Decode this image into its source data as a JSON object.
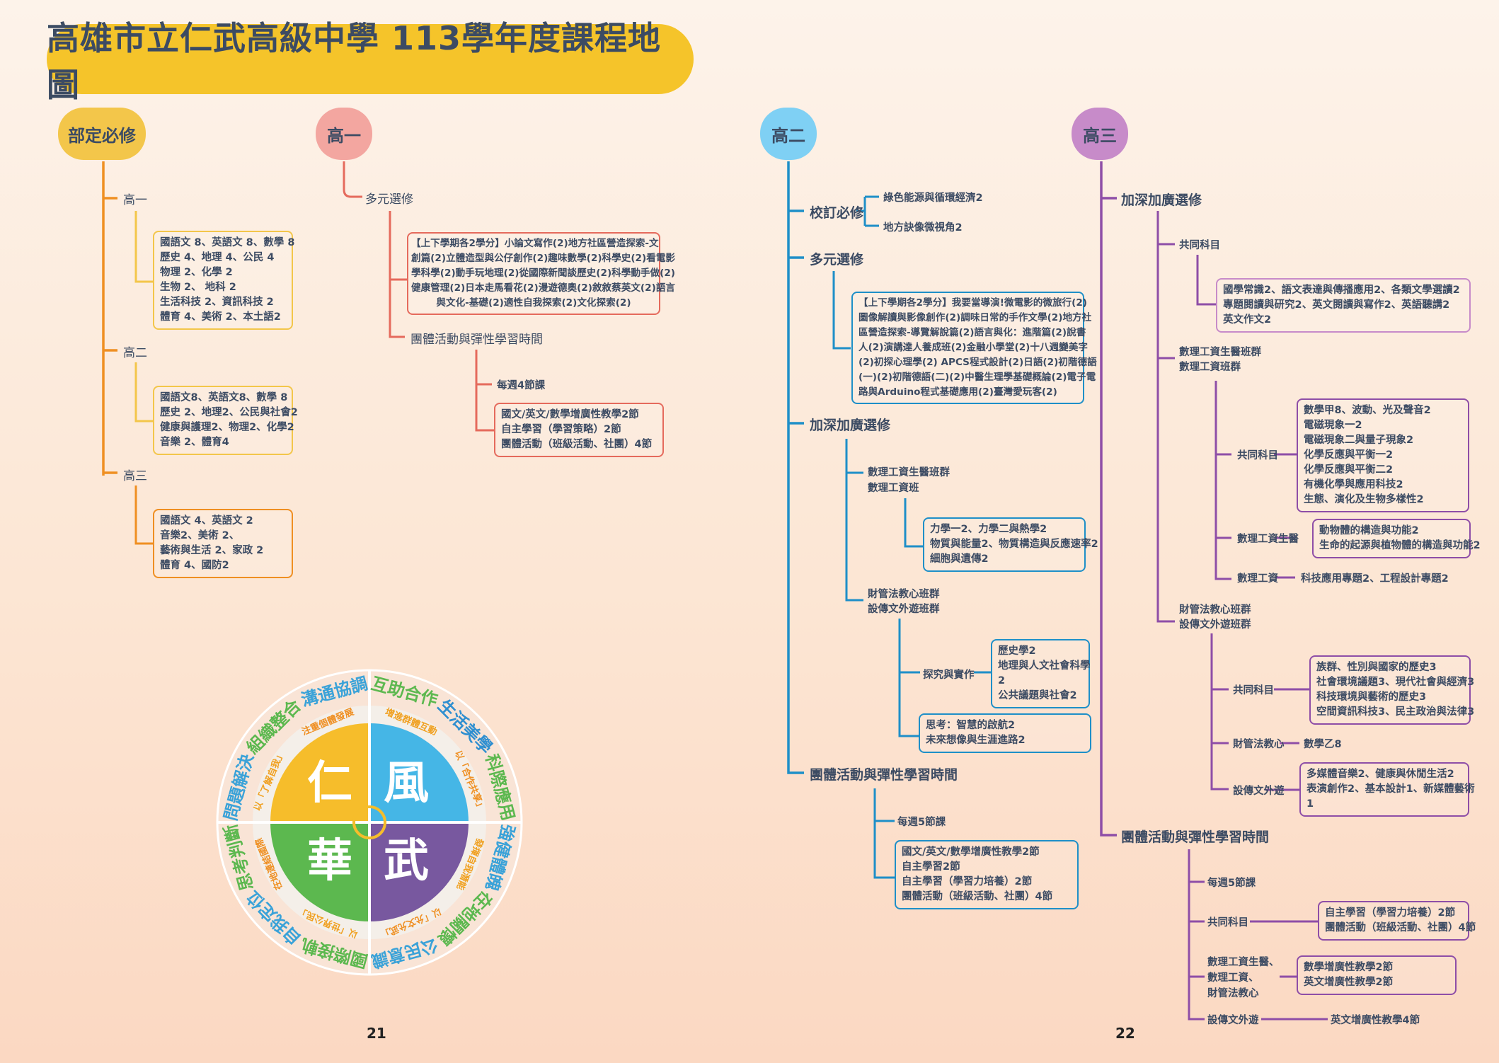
{
  "title": "高雄市立仁武高級中學 113學年度課程地圖",
  "page_numbers": {
    "left": "21",
    "right": "22"
  },
  "col_required": {
    "header": "部定必修",
    "g1": {
      "label": "高一",
      "lines": [
        "國語文 8、英語文 8、數學 8",
        "歷史 4、地理 4、公民 4",
        "物理 2、化學 2",
        "生物 2、 地科 2",
        "生活科技 2、資訊科技 2",
        "體育 4、美術 2、本土語2"
      ]
    },
    "g2": {
      "label": "高二",
      "lines": [
        "國語文8、英語文8、數學 8",
        "歷史 2、地理2、公民與社會2",
        "健康與護理2、物理2、化學2",
        "音樂 2、體育4"
      ]
    },
    "g3": {
      "label": "高三",
      "lines": [
        "國語文 4、英語文 2",
        "音樂2、美術 2、",
        "藝術與生活 2、家政 2",
        "體育 4、國防2"
      ]
    }
  },
  "col_g1": {
    "header": "高一",
    "elective_label": "多元選修",
    "elective_box": [
      "【上下學期各2學分】小論文寫作(2)地方社區營造探索-文",
      "創篇(2)立體造型與公仔創作(2)趣味數學(2)科學史(2)看電影",
      "學科學(2)動手玩地理(2)從國際新聞談歷史(2)科學動手做(2)",
      "健康管理(2)日本走馬看花(2)漫遊德奧(2)敘敘蔡英文(2)語言",
      "與文化-基礎(2)適性自我探索(2)文化探索(2)"
    ],
    "group_label": "團體活動與彈性學習時間",
    "weekly": "每週4節課",
    "group_box": [
      "國文/英文/數學增廣性教學2節",
      "自主學習（學習策略）2節",
      "團體活動（班級活動、社團）4節"
    ]
  },
  "col_g2": {
    "header": "高二",
    "revised_label": "校訂必修",
    "revised_items": [
      "綠色能源與循環經濟2",
      "地方訣像微視角2"
    ],
    "elective_label": "多元選修",
    "elective_box": [
      "【上下學期各2學分】我要當導演!微電影的微旅行(2)",
      "圖像解讀與影像創作(2)調味日常的手作文學(2)地方社",
      "區營造探索-導覽解說篇(2)語言與化：進階篇(2)說書",
      "人(2)演講達人養成班(2)金融小學堂(2)十八週變美字",
      "(2)初探心理學(2) APCS程式設計(2)日語(2)初階德語",
      "(一)(2)初階德語(二)(2)中醫生理學基礎概論(2)電子電",
      "路與Arduino程式基礎應用(2)臺灣愛玩客(2)"
    ],
    "advanced_label": "加深加廣選修",
    "sci_group": [
      "數理工資生醫班群",
      "數理工資班"
    ],
    "sci_box": [
      "力學一2、力學二與熱學2",
      "物質與能量2、物質構造與反應速率2",
      "細胞與遺傳2"
    ],
    "hum_group": [
      "財管法教心班群",
      "設傳文外遊班群"
    ],
    "inquiry_label": "探究與實作",
    "inquiry_box": [
      "歷史學2",
      "地理與人文社會科學",
      "2",
      "公共議題與社會2"
    ],
    "think_box": [
      "思考：智慧的啟航2",
      "未來想像與生涯進路2"
    ],
    "group_label": "團體活動與彈性學習時間",
    "weekly": "每週5節課",
    "group_box": [
      "國文/英文/數學增廣性教學2節",
      "自主學習2節",
      "自主學習（學習力培養）2節",
      "團體活動（班級活動、社團）4節"
    ]
  },
  "col_g3": {
    "header": "高三",
    "advanced_label": "加深加廣選修",
    "common_label": "共同科目",
    "common_box": [
      "國學常識2、語文表達與傳播應用2、各類文學選讀2",
      "專題閱讀與研究2、英文閱讀與寫作2、英語聽講2",
      "英文作文2"
    ],
    "sci_group": [
      "數理工資生醫班群",
      "數理工資班群"
    ],
    "sci_common_label": "共同科目",
    "sci_common_box": [
      "數學甲8、波動、光及聲音2",
      "電磁現象一2",
      "電磁現象二與量子現象2",
      "化學反應與平衡一2",
      "化學反應與平衡二2",
      "有機化學與應用科技2",
      "生態、演化及生物多樣性2"
    ],
    "bio_label": "數理工資生醫",
    "bio_box": [
      "動物體的構造與功能2",
      "生命的起源與植物體的構造與功能2"
    ],
    "eng_label": "數理工資",
    "eng_text": "科技應用專題2、工程設計專題2",
    "hum_group": [
      "財管法教心班群",
      "設傳文外遊班群"
    ],
    "hum_common_label": "共同科目",
    "hum_common_box": [
      "族群、性別與國家的歷史3",
      "社會環境議題3、現代社會與經濟3",
      "科技環境與藝術的歷史3",
      "空間資訊科技3、民主政治與法律3"
    ],
    "finance_label": "財管法教心",
    "finance_text": "數學乙8",
    "design_label": "設傳文外遊",
    "design_box": [
      "多媒體音樂2、健康與休閒生活2",
      "表演創作2、基本設計1、新媒體藝術",
      "1"
    ],
    "group_label": "團體活動與彈性學習時間",
    "weekly": "每週5節課",
    "g_common_label": "共同科目",
    "g_common_box": [
      "自主學習（學習力培養）2節",
      "團體活動（班級活動、社團）4節"
    ],
    "g_sci_label": [
      "數理工資生醫、",
      "數理工資、",
      "財管法教心"
    ],
    "g_sci_box": [
      "數學增廣性教學2節",
      "英文增廣性教學2節"
    ],
    "g_design_label": "設傳文外遊",
    "g_design_text": "英文增廣性教學4節"
  },
  "emblem": {
    "quadrants": [
      "仁",
      "風",
      "華",
      "武"
    ],
    "ring_outer": [
      "問題解決",
      "組織整合",
      "溝通協調",
      "互助合作",
      "生活美學",
      "科際應用",
      "強健體魄",
      "在地關懷",
      "公民意識",
      "國際接軌",
      "自我定位",
      "思考判斷"
    ],
    "ring_inner": [
      "以「了解自我」",
      "注重個體發展",
      "增進群體互動",
      "以「合作共享」",
      "發揮自我潛能",
      "以「允文允武」",
      "以「世界公民」",
      "在地連結國際"
    ],
    "colors": {
      "ren": "#f6bd2b",
      "feng": "#45b6e6",
      "hua": "#5cb84f",
      "wu": "#78589f"
    }
  },
  "colors": {
    "required": "#ef8f22",
    "g1": "#e56a5c",
    "g2": "#1e8fc8",
    "g3": "#8e4ea7",
    "title_bg": "#f5c42a"
  }
}
